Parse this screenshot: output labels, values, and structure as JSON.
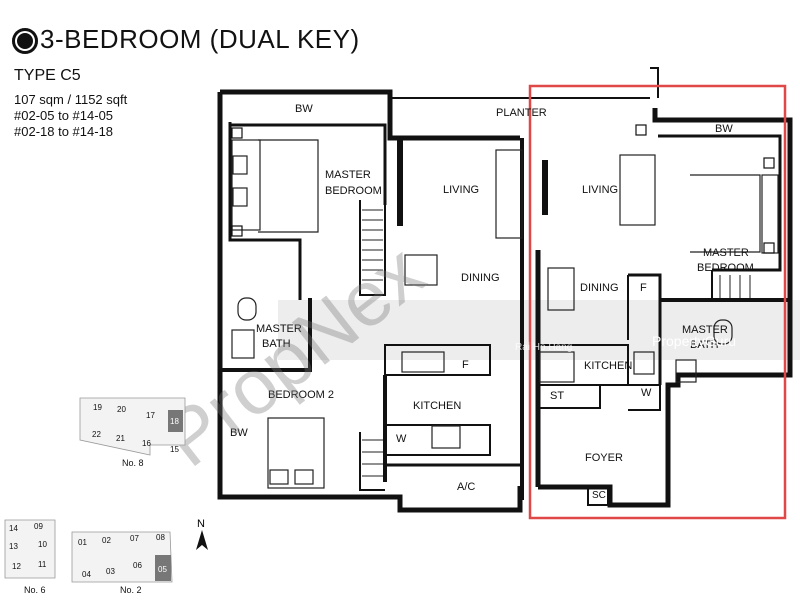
{
  "header": {
    "title": "3-BEDROOM (DUAL KEY)",
    "type": "TYPE C5",
    "area": "107 sqm / 1152 sqft",
    "units_1": "#02-05 to #14-05",
    "units_2": "#02-18 to #14-18"
  },
  "rooms": {
    "bw_top": "BW",
    "planter": "PLANTER",
    "bw_right": "BW",
    "master_bedroom_left": [
      "MASTER",
      "BEDROOM"
    ],
    "living_left": "LIVING",
    "living_right": "LIVING",
    "master_bedroom_right": [
      "MASTER",
      "BEDROOM"
    ],
    "dining_left": "DINING",
    "dining_right": "DINING",
    "fridge_right": "F",
    "master_bath_left": [
      "MASTER",
      "BATH"
    ],
    "master_bath_right": [
      "MASTER",
      "BATH"
    ],
    "fridge_left": "F",
    "kitchen_right": "KITCHEN",
    "bedroom_2": "BEDROOM 2",
    "bw_left": "BW",
    "kitchen_left": "KITCHEN",
    "st": "ST",
    "w_left": "W",
    "w_right": "W",
    "foyer": "FOYER",
    "ac": "A/C",
    "sc": "SC"
  },
  "keyplans": {
    "no8": {
      "label": "No. 8",
      "units": [
        "19",
        "20",
        "17",
        "18",
        "22",
        "21",
        "16",
        "15"
      ],
      "highlight": "18"
    },
    "no6": {
      "label": "No. 6",
      "units": [
        "14",
        "09",
        "13",
        "10",
        "12",
        "11"
      ]
    },
    "no2": {
      "label": "No. 2",
      "units": [
        "01",
        "02",
        "07",
        "08",
        "04",
        "03",
        "06",
        "05"
      ],
      "highlight": "05"
    }
  },
  "compass": "N",
  "watermarks": {
    "main": "PropNex",
    "logo": "PropertyGuru",
    "small": "Rai Ho Hang"
  },
  "colors": {
    "highlight_box": "#e04848",
    "watermark": "#7a7a7a",
    "keyplan_highlight": "#777777"
  }
}
